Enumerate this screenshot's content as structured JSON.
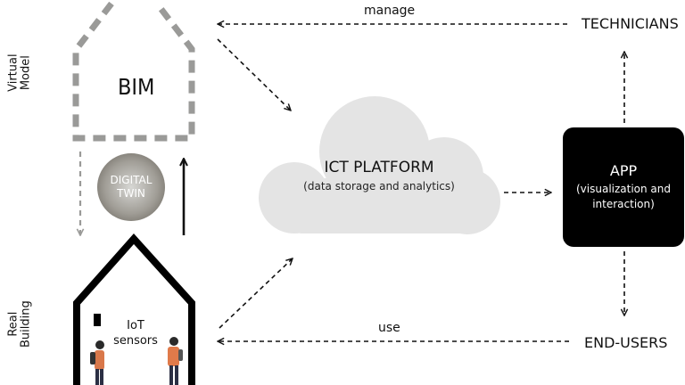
{
  "virtual_model": {
    "line1": "Virtual",
    "line2": "Model"
  },
  "real_building": {
    "line1": "Real",
    "line2": "Building"
  },
  "bim": {
    "label": "BIM"
  },
  "digital_twin": {
    "line1": "DIGITAL",
    "line2": "TWIN"
  },
  "ict_platform": {
    "title": "ICT PLATFORM",
    "subtitle": "(data storage and analytics)"
  },
  "app": {
    "title": "APP",
    "line1": "(visualization and",
    "line2": "interaction)"
  },
  "technicians": {
    "label": "TECHNICIANS"
  },
  "end_users": {
    "label": "END-USERS"
  },
  "edges": {
    "manage": "manage",
    "use": "use"
  },
  "iot": {
    "line1": "IoT",
    "line2": "sensors"
  },
  "colors": {
    "dashed_gray": "#9a9a98",
    "cloud": "#e4e4e4",
    "app_bg": "#000000",
    "figure_orange": "#d9784a"
  }
}
